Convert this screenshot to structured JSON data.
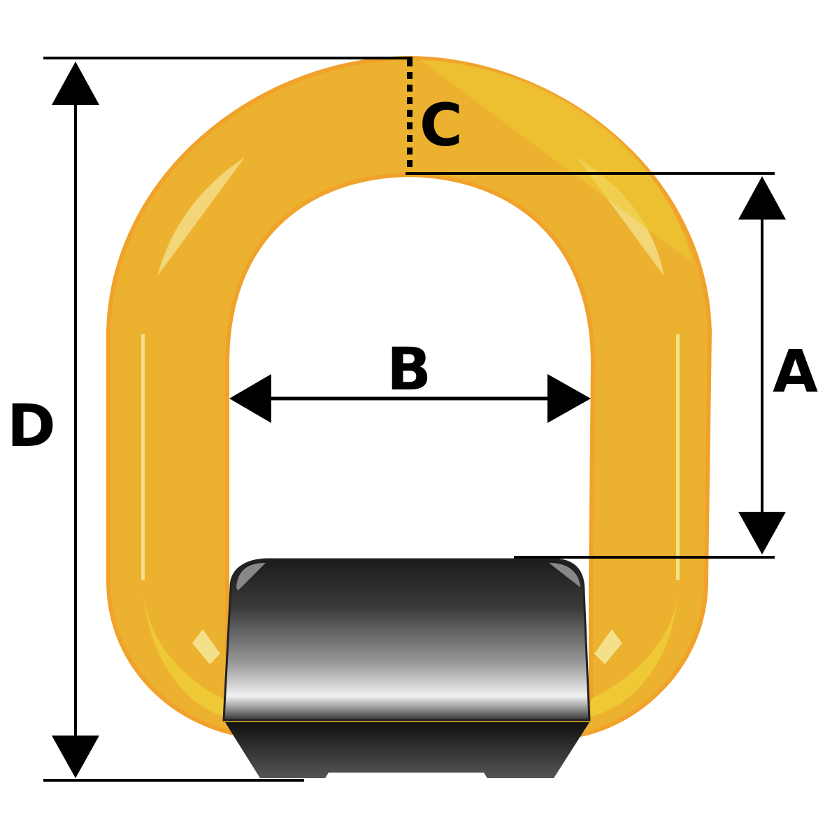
{
  "labels": {
    "a": "A",
    "b": "B",
    "c": "C",
    "d": "D"
  },
  "colors": {
    "ring": "#ecb12f",
    "ring_edge": "#f0a22a",
    "highlight": "#f4e08a",
    "block_dark": "#1a1a1a",
    "block_light": "#e8e8e8",
    "line": "#000000"
  }
}
